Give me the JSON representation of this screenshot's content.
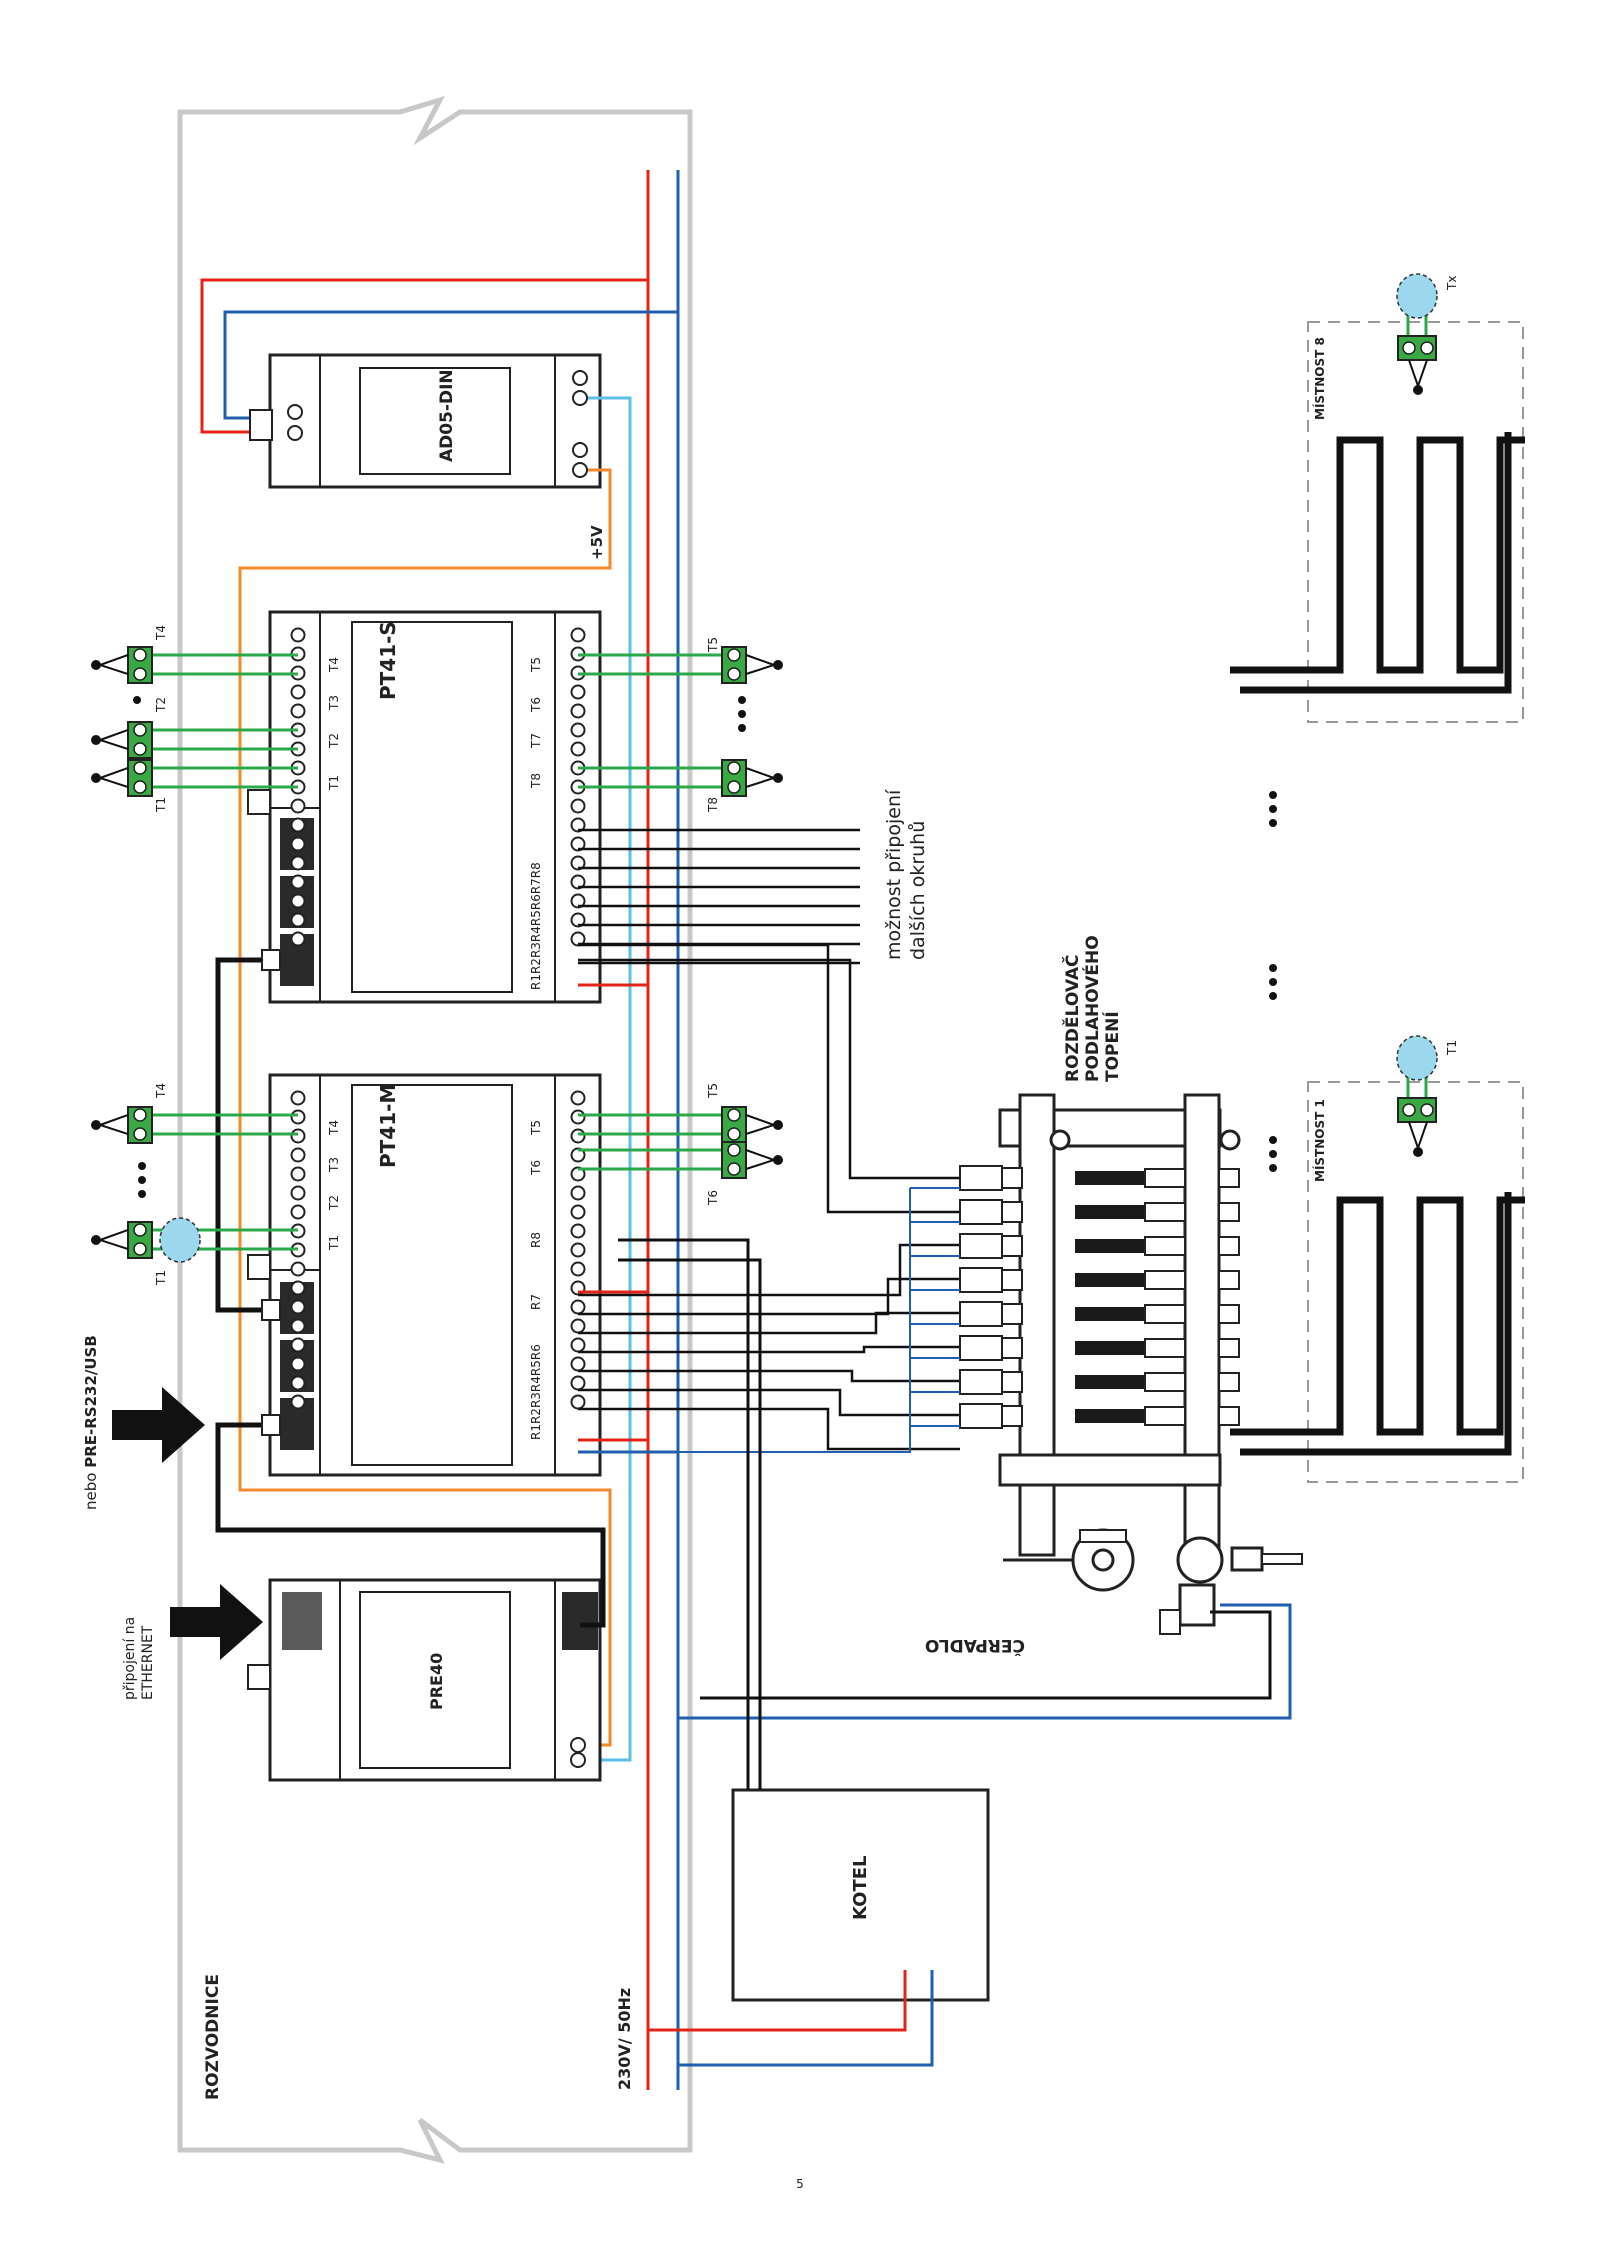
{
  "page": {
    "page_number": "5"
  },
  "enclosure": {
    "label": "ROZVODNICE"
  },
  "power": {
    "label": "230V/ 50Hz",
    "live_color": "#e2231a",
    "neutral_color": "#1f5fae"
  },
  "modules": {
    "ad05": {
      "name": "AD05-DIN",
      "output_label": "+5V"
    },
    "pt41s": {
      "name": "PT41-S",
      "left_terminals": [
        "T1",
        "T2",
        "T3",
        "T4"
      ],
      "right_terminals": [
        "T5",
        "T6",
        "T7",
        "T8"
      ],
      "relay_labels": "R1R2R3R4R5R6R7R8"
    },
    "pt41m": {
      "name": "PT41-M",
      "left_terminals": [
        "T1",
        "T2",
        "T3",
        "T4"
      ],
      "right_terminals": [
        "T5",
        "T6"
      ],
      "relay_r8": "R8",
      "relay_r7": "R7",
      "relay_labels": "R1R2R3R4R5R6"
    },
    "pre40": {
      "name": "PRE40"
    }
  },
  "sensors": {
    "s_t4": "T4",
    "s_t2": "T2",
    "s_t1": "T1",
    "s_t5": "T5",
    "s_t8": "T8",
    "m_t4": "T4",
    "m_t1": "T1",
    "m_t5": "T5",
    "m_t6": "T6"
  },
  "notes": {
    "usb_prefix": "nebo ",
    "usb_name": "PRE-RS232/USB",
    "ethernet": [
      "připojení na",
      "ETHERNET"
    ],
    "more_circuits": [
      "možnost připojení",
      "dalších okruhů"
    ]
  },
  "devices": {
    "manifold": [
      "ROZDĚLOVAČ",
      "PODLAHOVÉHO",
      "TOPENÍ"
    ],
    "pump": "ČERPADLO",
    "boiler": "KOTEL"
  },
  "rooms": {
    "room8": {
      "label": "MÍSTNOST 8",
      "sensor": "Tx"
    },
    "room1": {
      "label": "MÍSTNOST 1",
      "sensor": "T1"
    }
  },
  "colors": {
    "sensor_wire": "#2aa84a",
    "orange": "#f08a2a",
    "light_blue": "#5bbfe8",
    "terminal_green": "#3aa843",
    "enclosure": "#c8c8c8"
  }
}
